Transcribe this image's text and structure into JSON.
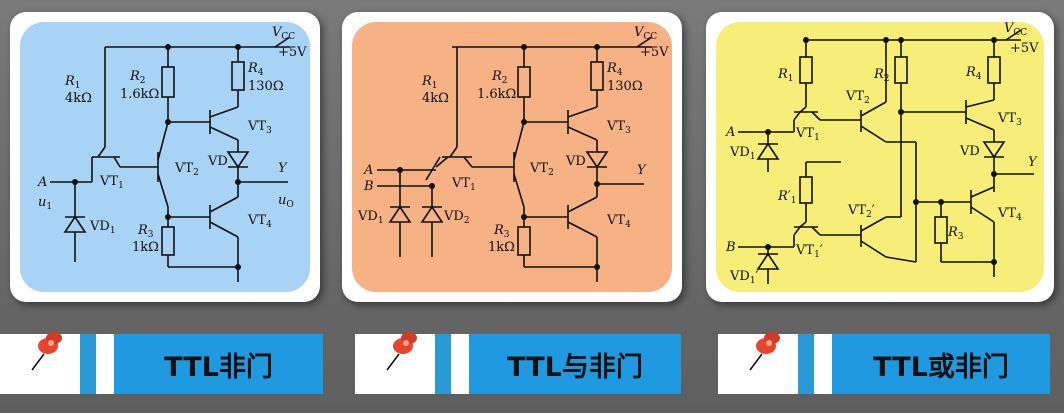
{
  "panels": [
    {
      "title": "TTL非门",
      "bg": "#a9d3f5",
      "labels": {
        "vcc": "V",
        "vcc_sub": "CC",
        "vplus": "+5V",
        "r1": "R",
        "r1_sub": "1",
        "r1_val": "4kΩ",
        "r2": "R",
        "r2_sub": "2",
        "r2_val": "1.6kΩ",
        "r3": "R",
        "r3_sub": "3",
        "r3_val": "1kΩ",
        "r4": "R",
        "r4_sub": "4",
        "r4_val": "130Ω",
        "vt1": "VT",
        "vt1_sub": "1",
        "vt2": "VT",
        "vt2_sub": "2",
        "vt3": "VT",
        "vt3_sub": "3",
        "vt4": "VT",
        "vt4_sub": "4",
        "vd": "VD",
        "vd1": "VD",
        "vd1_sub": "1",
        "a": "A",
        "u1": "u",
        "u1_sub": "1",
        "y": "Y",
        "uo": "u",
        "uo_sub": "O"
      }
    },
    {
      "title": "TTL与非门",
      "bg": "#f6b184",
      "labels": {
        "vcc": "V",
        "vcc_sub": "CC",
        "vplus": "+5V",
        "r1": "R",
        "r1_sub": "1",
        "r1_val": "4kΩ",
        "r2": "R",
        "r2_sub": "2",
        "r2_val": "1.6kΩ",
        "r3": "R",
        "r3_sub": "3",
        "r3_val": "1kΩ",
        "r4": "R",
        "r4_sub": "4",
        "r4_val": "130Ω",
        "vt1": "VT",
        "vt1_sub": "1",
        "vt2": "VT",
        "vt2_sub": "2",
        "vt3": "VT",
        "vt3_sub": "3",
        "vt4": "VT",
        "vt4_sub": "4",
        "vd": "VD",
        "vd1": "VD",
        "vd1_sub": "1",
        "vd2": "VD",
        "vd2_sub": "2",
        "a": "A",
        "b": "B",
        "y": "Y"
      }
    },
    {
      "title": "TTL或非门",
      "bg": "#f7ed79",
      "labels": {
        "vcc": "V",
        "vcc_sub": "CC",
        "vplus": "+5V",
        "r1": "R",
        "r1_sub": "1",
        "r1p": "R′",
        "r1p_sub": "1",
        "r2": "R",
        "r2_sub": "2",
        "r3": "R",
        "r3_sub": "3",
        "r4": "R",
        "r4_sub": "4",
        "vt1": "VT",
        "vt1_sub": "1",
        "vt1p": "VT",
        "vt1p_sub": "1",
        "vt1p_prime": "′",
        "vt2": "VT",
        "vt2_sub": "2",
        "vt2p": "VT",
        "vt2p_sub": "2",
        "vt2p_prime": "′",
        "vt3": "VT",
        "vt3_sub": "3",
        "vt4": "VT",
        "vt4_sub": "4",
        "vd": "VD",
        "vd1": "VD",
        "vd1_sub": "1",
        "vd1p": "VD",
        "vd1p_sub": "1",
        "vd1p_prime": "′",
        "a": "A",
        "b": "B",
        "y": "Y"
      }
    }
  ]
}
